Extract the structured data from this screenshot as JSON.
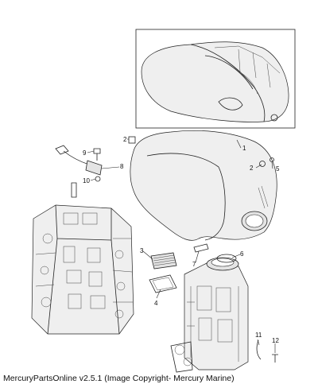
{
  "callouts": {
    "c1": "1",
    "c2a": "2",
    "c2b": "2",
    "c3": "3",
    "c4": "4",
    "c5": "5",
    "c6": "6",
    "c7": "7",
    "c8": "8",
    "c9": "9",
    "c10": "10",
    "c11": "11",
    "c12": "12"
  },
  "caption": "MercuryPartsOnline v2.5.1 (Image Copyright- Mercury Marine)"
}
